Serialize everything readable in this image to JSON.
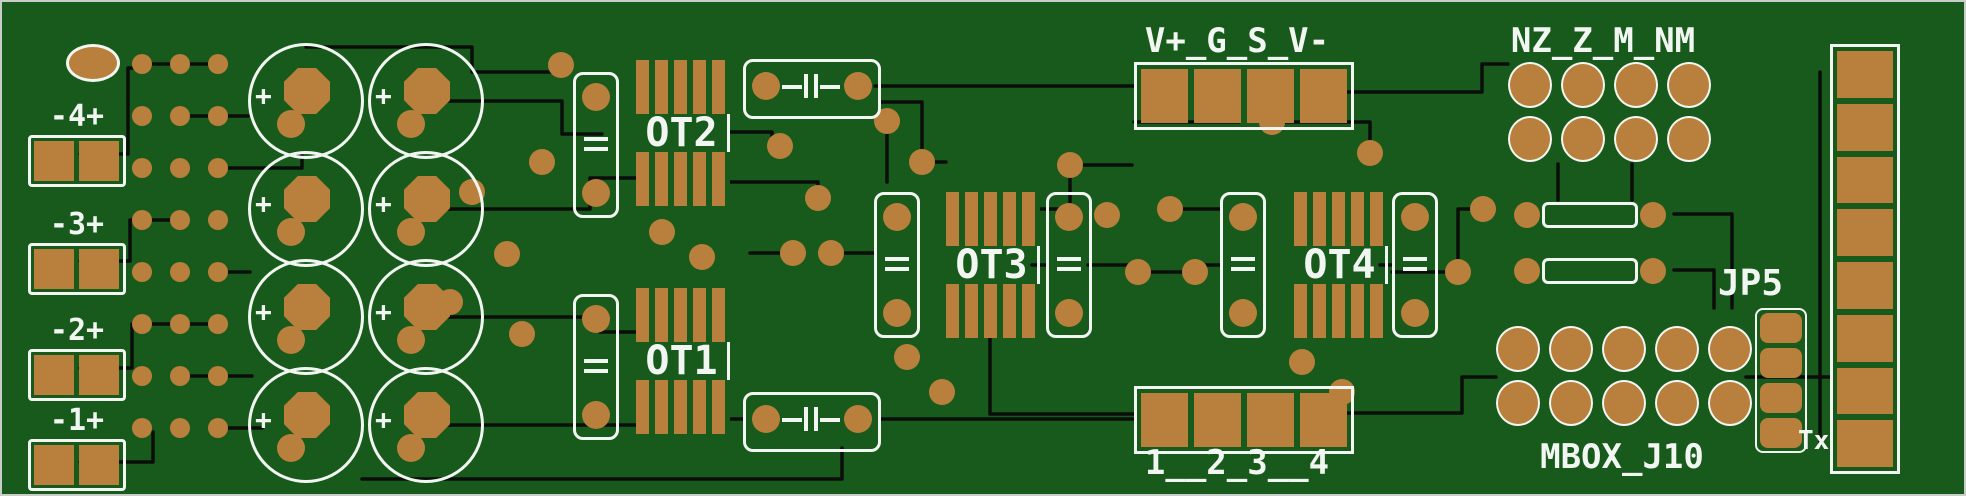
{
  "board": {
    "colors": {
      "board_green": "#185a1b",
      "copper": "#b97f3c",
      "silkscreen": "#f2f6f2",
      "trace": "#0a0d0a",
      "edge": "#c9cdc9"
    },
    "silkscreen": {
      "top_connector": "V+_G_S_V-",
      "bottom_connector": "1__2_3__4",
      "top_right_header": "NZ_Z_M_NM",
      "bottom_right_header": "MBOX_J10",
      "jumper": "JP5",
      "tx_mark": "Tx",
      "transformers": {
        "ot1": "OT1",
        "ot2": "OT2",
        "ot3": "OT3",
        "ot4": "OT4"
      },
      "left_connectors": [
        "-4+",
        "-3+",
        "-2+",
        "-1+"
      ],
      "polarity_plus": "+"
    }
  }
}
